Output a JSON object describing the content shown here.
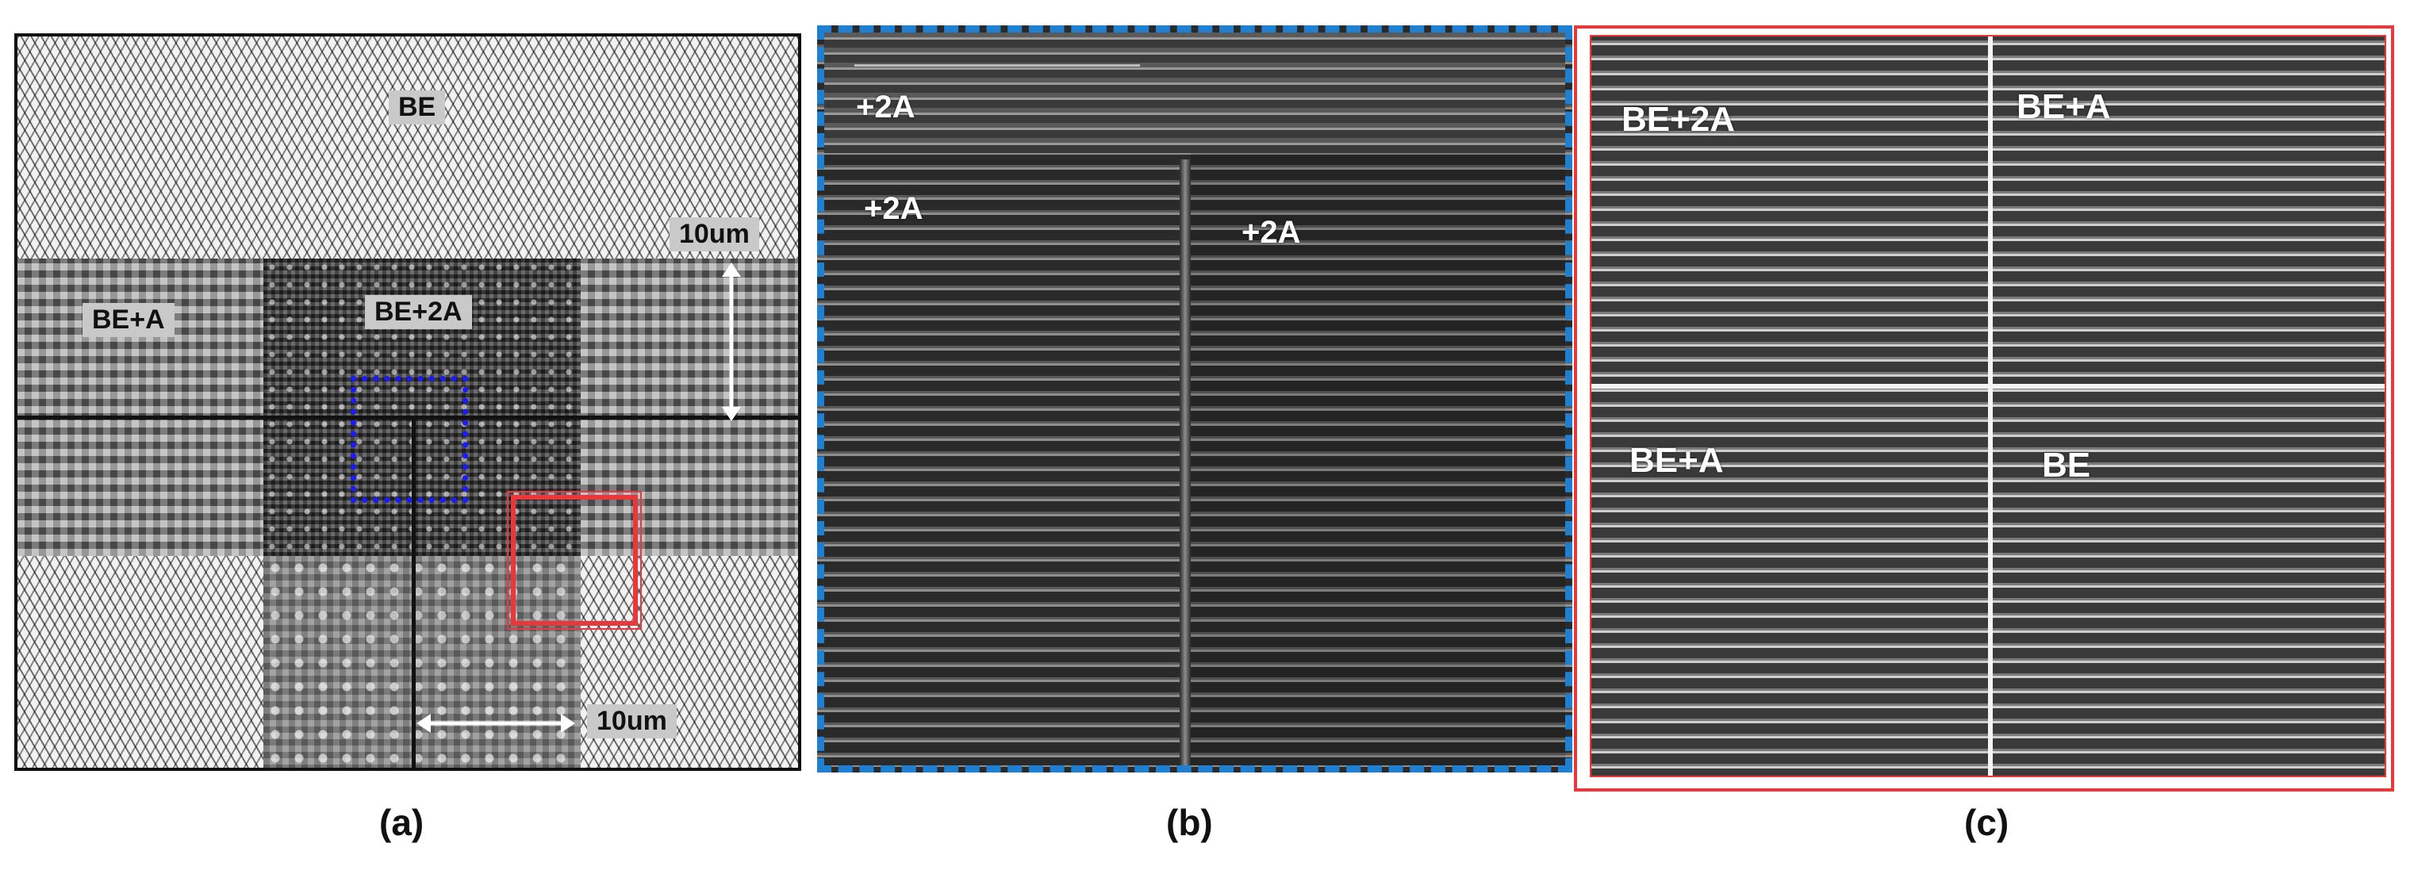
{
  "panel_a": {
    "caption": "(a)",
    "labels": {
      "be": "BE",
      "be_a": "BE+A",
      "be_2a": "BE+2A",
      "scale_vertical": "10um",
      "scale_horizontal": "10um"
    }
  },
  "panel_b": {
    "caption": "(b)",
    "labels": {
      "top": "+2A",
      "left": "+2A",
      "right": "+2A"
    },
    "border_color": "#1f7fd0"
  },
  "panel_c": {
    "caption": "(c)",
    "labels": {
      "top_left": "BE+2A",
      "top_right": "BE+A",
      "bottom_left": "BE+A",
      "bottom_right": "BE"
    },
    "border_color": "#e8383c"
  },
  "colors": {
    "blue_dotted_box": "#1a1aff",
    "red_box": "#e8383c",
    "arrows": "#ffffff",
    "frame": "#111111"
  }
}
